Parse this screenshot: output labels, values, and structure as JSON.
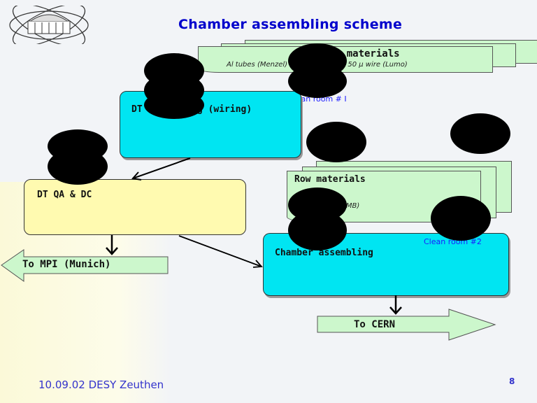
{
  "title": "Chamber assembling scheme",
  "row_materials_top": {
    "label": "Row materials",
    "detail": "Al tubes (Menzel)   endplugs (Nief), 50 μ wire (Lumo)"
  },
  "clean_room_1": "Clean room # I",
  "dt_assembling": "DT assembling (wiring)",
  "dt_qa": "DT QA & DC",
  "to_mpi": "To MPI (Munich)",
  "row_materials_mid": {
    "label": "Row materials",
    "detail": "(MB)"
  },
  "clean_room_2": "Clean room #2",
  "chamber_assembling": "Chamber assembling",
  "to_cern": "To  CERN",
  "footer": "10.09.02 DESY Zeuthen",
  "page_number": "8",
  "colors": {
    "title": "#0000cc",
    "cyan_box": "#00e5f2",
    "yellow_box": "#fffab0",
    "doc_green": "#ccf7cc",
    "clean_room_text": "#1a1aff"
  }
}
